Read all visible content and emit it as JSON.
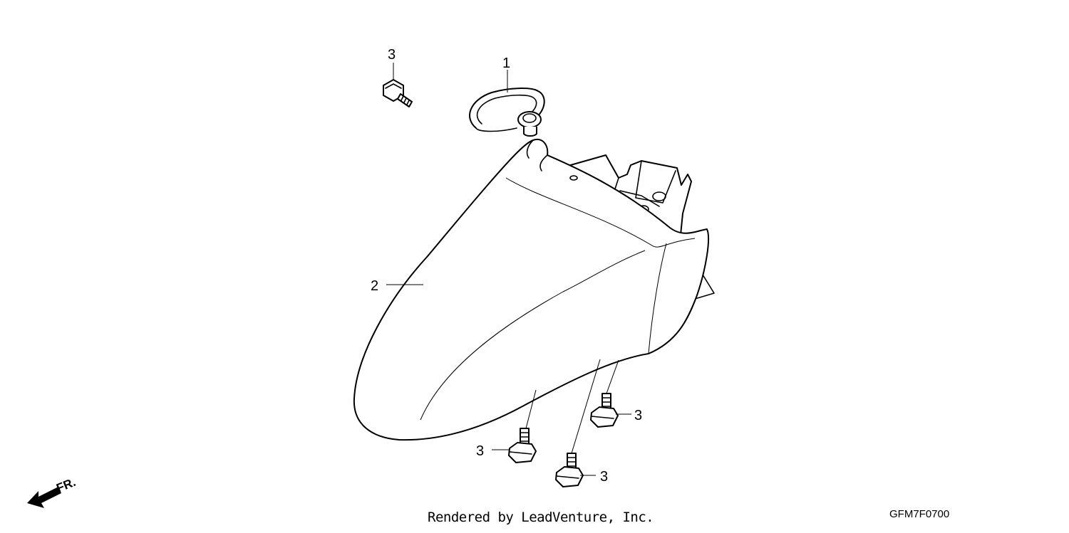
{
  "callouts": {
    "part1": "1",
    "part2": "2",
    "part3_top": "3",
    "part3_bolt_a": "3",
    "part3_bolt_b": "3",
    "part3_bolt_c": "3"
  },
  "direction_label": "FR.",
  "credit": "Rendered by LeadVenture, Inc.",
  "diagram_code": "GFM7F0700"
}
